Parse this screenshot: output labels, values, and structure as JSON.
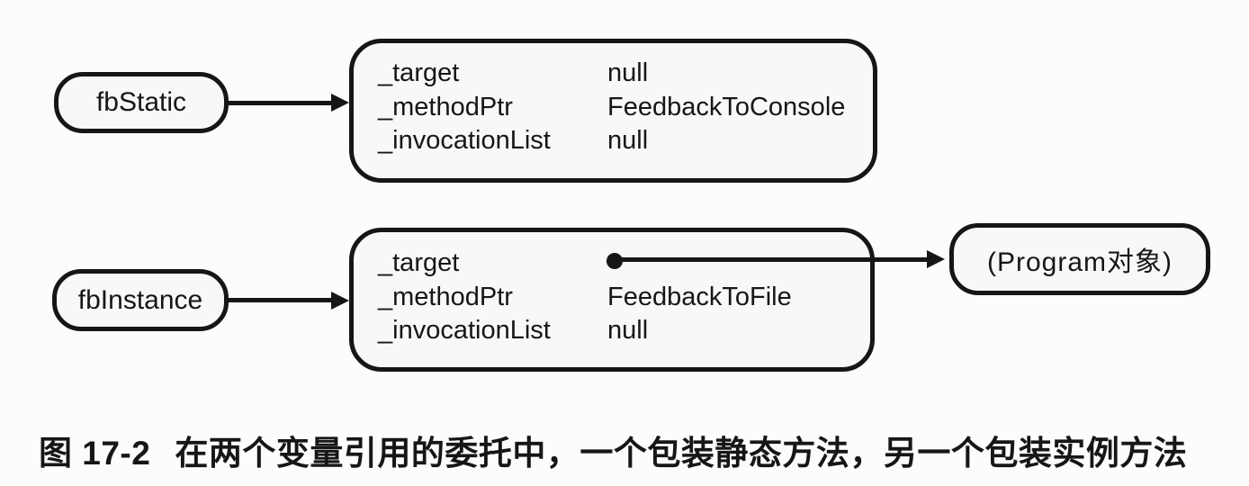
{
  "figure": {
    "colors": {
      "ink": "#161616",
      "background": "#fcfcfc",
      "box_fill": "#f8f8f8"
    },
    "variables": [
      {
        "label": "fbStatic"
      },
      {
        "label": "fbInstance"
      }
    ],
    "delegates": {
      "static": {
        "fields": [
          {
            "name": "_target",
            "value": "null"
          },
          {
            "name": "_methodPtr",
            "value": "FeedbackToConsole"
          },
          {
            "name": "_invocationList",
            "value": "null"
          }
        ]
      },
      "instance": {
        "fields": [
          {
            "name": "_target",
            "value": ""
          },
          {
            "name": "_methodPtr",
            "value": "FeedbackToFile"
          },
          {
            "name": "_invocationList",
            "value": "null"
          }
        ]
      }
    },
    "target_object": {
      "label": "(Program对象)"
    },
    "caption": {
      "figure_number": "图 17-2",
      "text": "在两个变量引用的委托中，一个包装静态方法，另一个包装实例方法"
    }
  }
}
